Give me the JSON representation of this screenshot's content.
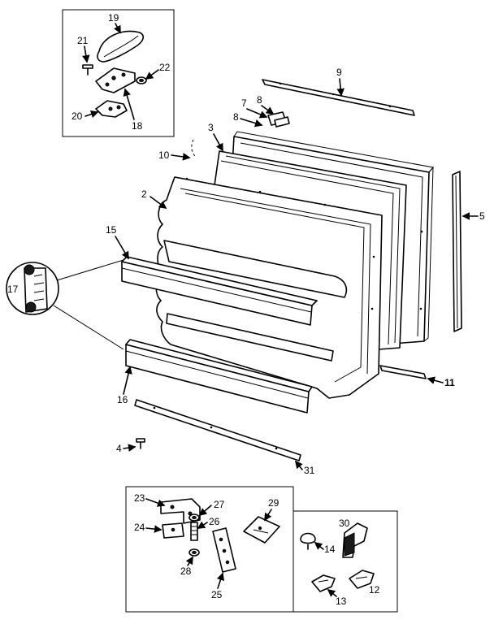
{
  "labels": {
    "l19": "19",
    "l21": "21",
    "l22": "22",
    "l20": "20",
    "l18": "18",
    "l9": "9",
    "l7": "7",
    "l8a": "8",
    "l8b": "8",
    "l3": "3",
    "l10": "10",
    "l5": "5",
    "l2": "2",
    "l15": "15",
    "l17": "17",
    "l16": "16",
    "l11": "11",
    "l4": "4",
    "l31": "31",
    "l23": "23",
    "l27": "27",
    "l26": "26",
    "l24": "24",
    "l28": "28",
    "l25": "25",
    "l29": "29",
    "l30": "30",
    "l14": "14",
    "l13": "13",
    "l12": "12"
  }
}
